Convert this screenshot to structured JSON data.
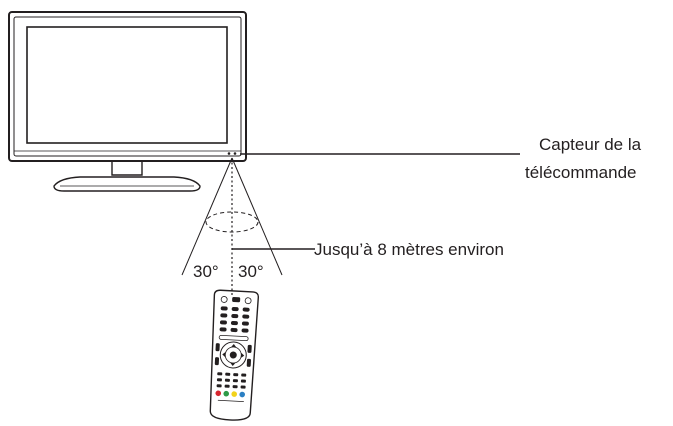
{
  "labels": {
    "sensor_line1": "Capteur de la",
    "sensor_line2": "télécommande",
    "distance": "Jusqu’à 8 mètres environ",
    "angle_left": "30°",
    "angle_right": "30°"
  },
  "icons": {
    "tv": "tv-icon",
    "remote": "remote-control-icon"
  },
  "colors": {
    "line": "#231f20",
    "background": "#ffffff",
    "button_red": "#d7262e",
    "button_green": "#2e9a47",
    "button_yellow": "#f2d21b",
    "button_blue": "#2b7fc3"
  }
}
